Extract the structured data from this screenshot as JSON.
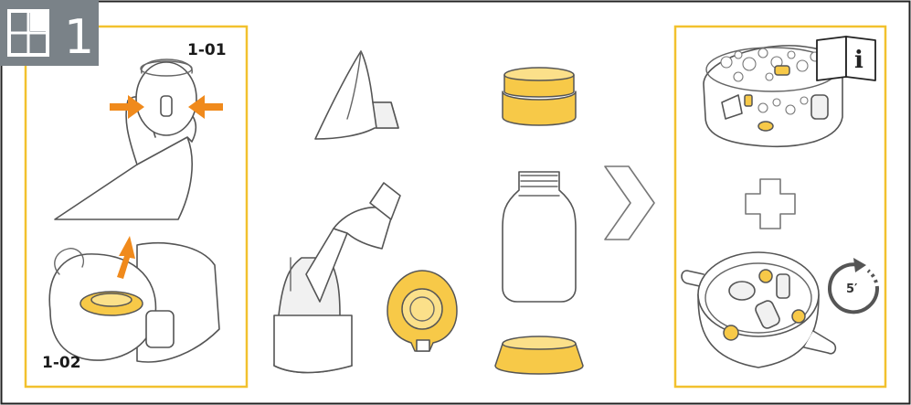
{
  "badge": {
    "number": "1"
  },
  "labels": {
    "step_1_01": "1-01",
    "step_1_02": "1-02",
    "timer": "5′",
    "info": "i"
  },
  "colors": {
    "frame_highlight": "#f2c12e",
    "part_yellow": "#f7c948",
    "arrow_orange": "#f08a1c",
    "badge_gray": "#7a8288"
  },
  "icons": [
    "info-manual-icon",
    "plus-icon",
    "timer-arrow-icon",
    "chevron-right-icon"
  ]
}
